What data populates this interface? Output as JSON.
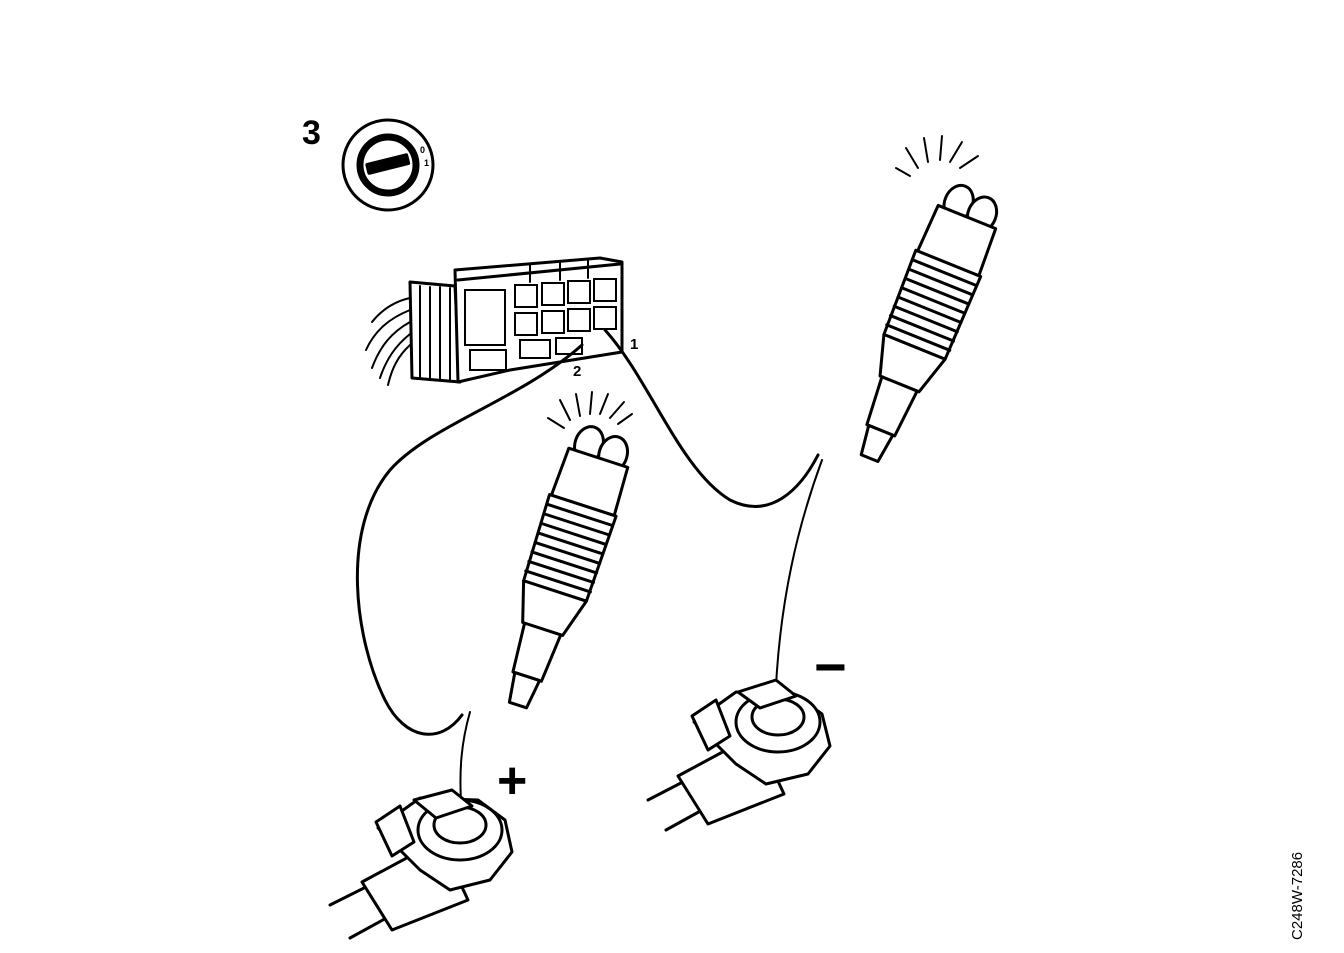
{
  "step_number": "3",
  "connector": {
    "pin_1": "1",
    "pin_2": "2"
  },
  "terminals": {
    "positive": "+",
    "negative": "−"
  },
  "figure_code": "C248W-7286",
  "ignition_switch": {
    "position_marks": [
      "0",
      "1"
    ]
  }
}
